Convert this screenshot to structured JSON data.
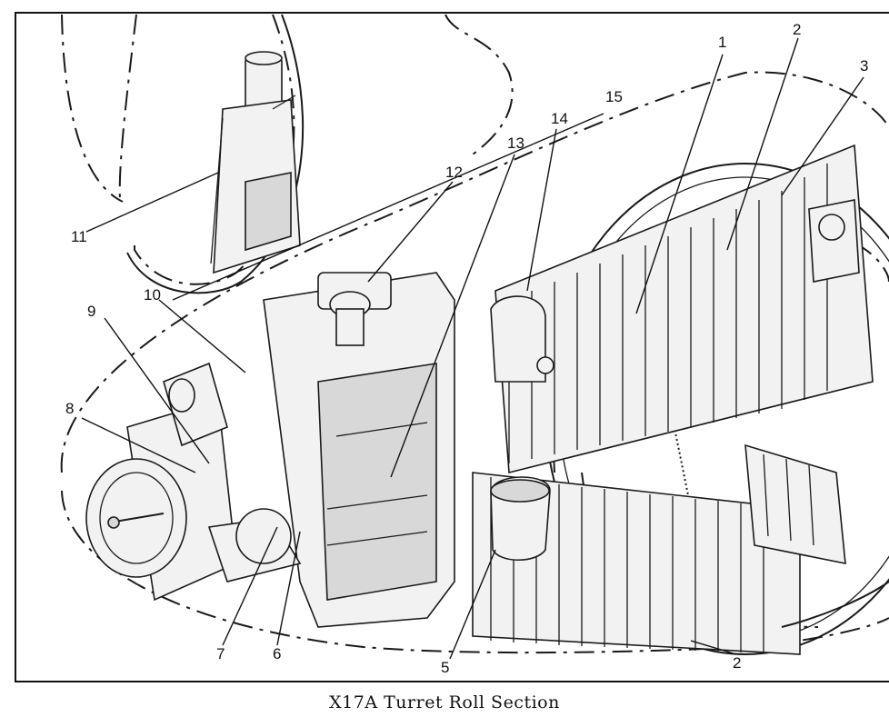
{
  "caption": "X17A Turret Roll Section",
  "callouts": [
    {
      "id": "1",
      "label": "1"
    },
    {
      "id": "2",
      "label": "2"
    },
    {
      "id": "3",
      "label": "3"
    },
    {
      "id": "5",
      "label": "5"
    },
    {
      "id": "6",
      "label": "6"
    },
    {
      "id": "7",
      "label": "7"
    },
    {
      "id": "8",
      "label": "8"
    },
    {
      "id": "9",
      "label": "9"
    },
    {
      "id": "10",
      "label": "10"
    },
    {
      "id": "11",
      "label": "11"
    },
    {
      "id": "12",
      "label": "12"
    },
    {
      "id": "13",
      "label": "13"
    },
    {
      "id": "14",
      "label": "14"
    },
    {
      "id": "15",
      "label": "15"
    },
    {
      "id": "2b",
      "label": "2"
    }
  ]
}
